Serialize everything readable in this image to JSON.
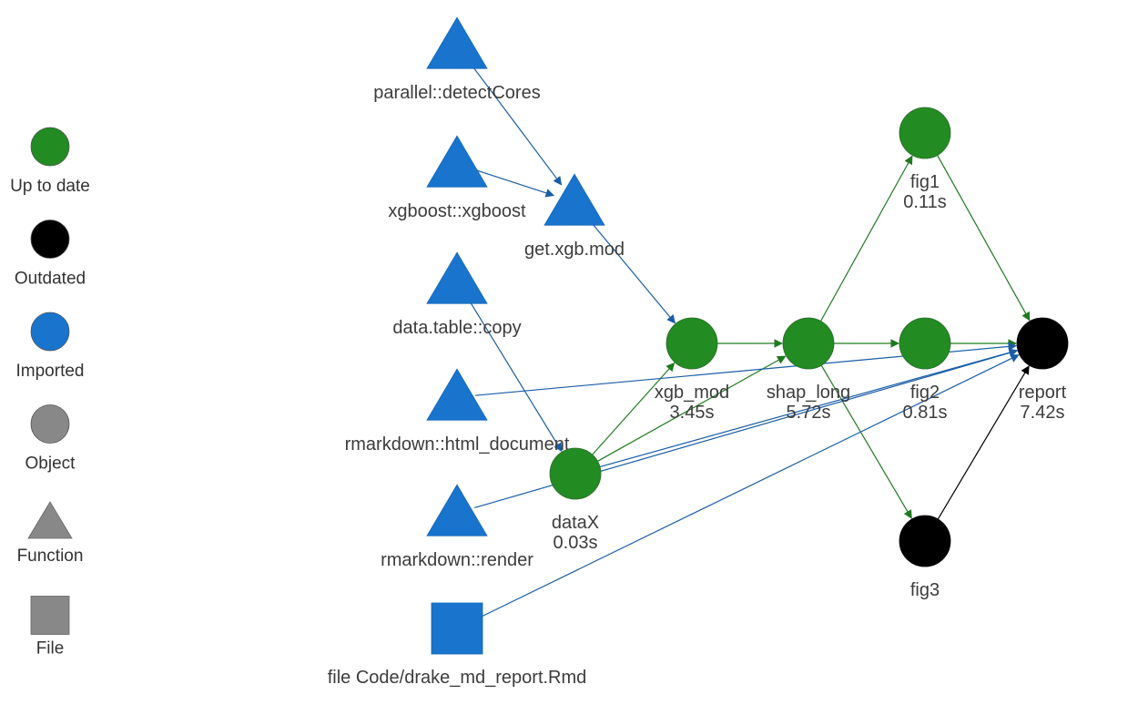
{
  "colors": {
    "up_to_date": "#228B22",
    "outdated": "#000000",
    "imported": "#1874CD",
    "object": "#888888",
    "function": "#888888",
    "file": "#888888",
    "edge_blue": "#1A5DA6",
    "edge_green": "#1F7A1F",
    "edge_black": "#000000"
  },
  "legend": [
    {
      "id": "up-to-date",
      "label": "Up to date",
      "shape": "circle",
      "color": "#228B22"
    },
    {
      "id": "outdated",
      "label": "Outdated",
      "shape": "circle",
      "color": "#000000"
    },
    {
      "id": "imported",
      "label": "Imported",
      "shape": "circle",
      "color": "#1874CD"
    },
    {
      "id": "object",
      "label": "Object",
      "shape": "circle",
      "color": "#888888"
    },
    {
      "id": "function",
      "label": "Function",
      "shape": "triangle",
      "color": "#888888"
    },
    {
      "id": "file",
      "label": "File",
      "shape": "square",
      "color": "#888888"
    }
  ],
  "nodes": [
    {
      "id": "detectCores",
      "label": "parallel::detectCores",
      "time": "",
      "shape": "triangle",
      "status": "imported"
    },
    {
      "id": "xgboost",
      "label": "xgboost::xgboost",
      "time": "",
      "shape": "triangle",
      "status": "imported"
    },
    {
      "id": "getxgbmod",
      "label": "get.xgb.mod",
      "time": "",
      "shape": "triangle",
      "status": "imported"
    },
    {
      "id": "dtcopy",
      "label": "data.table::copy",
      "time": "",
      "shape": "triangle",
      "status": "imported"
    },
    {
      "id": "htmldoc",
      "label": "rmarkdown::html_document",
      "time": "",
      "shape": "triangle",
      "status": "imported"
    },
    {
      "id": "render",
      "label": "rmarkdown::render",
      "time": "",
      "shape": "triangle",
      "status": "imported"
    },
    {
      "id": "rmdfile",
      "label": "file Code/drake_md_report.Rmd",
      "time": "",
      "shape": "square",
      "status": "imported"
    },
    {
      "id": "dataX",
      "label": "dataX",
      "time": "0.03s",
      "shape": "circle",
      "status": "up_to_date"
    },
    {
      "id": "xgbmod",
      "label": "xgb_mod",
      "time": "3.45s",
      "shape": "circle",
      "status": "up_to_date"
    },
    {
      "id": "shaplong",
      "label": "shap_long",
      "time": "5.72s",
      "shape": "circle",
      "status": "up_to_date"
    },
    {
      "id": "fig1",
      "label": "fig1",
      "time": "0.11s",
      "shape": "circle",
      "status": "up_to_date"
    },
    {
      "id": "fig2",
      "label": "fig2",
      "time": "0.81s",
      "shape": "circle",
      "status": "up_to_date"
    },
    {
      "id": "fig3",
      "label": "fig3",
      "time": "",
      "shape": "circle",
      "status": "outdated"
    },
    {
      "id": "report",
      "label": "report",
      "time": "7.42s",
      "shape": "circle",
      "status": "outdated"
    }
  ],
  "edges": [
    {
      "from": "detectCores",
      "to": "getxgbmod",
      "color": "blue"
    },
    {
      "from": "xgboost",
      "to": "getxgbmod",
      "color": "blue"
    },
    {
      "from": "getxgbmod",
      "to": "xgbmod",
      "color": "blue"
    },
    {
      "from": "dtcopy",
      "to": "dataX",
      "color": "blue"
    },
    {
      "from": "dataX",
      "to": "xgbmod",
      "color": "green"
    },
    {
      "from": "dataX",
      "to": "shaplong",
      "color": "green"
    },
    {
      "from": "dataX",
      "to": "report",
      "color": "blue"
    },
    {
      "from": "xgbmod",
      "to": "shaplong",
      "color": "green"
    },
    {
      "from": "shaplong",
      "to": "fig1",
      "color": "green"
    },
    {
      "from": "shaplong",
      "to": "fig2",
      "color": "green"
    },
    {
      "from": "shaplong",
      "to": "fig3",
      "color": "green"
    },
    {
      "from": "fig1",
      "to": "report",
      "color": "green"
    },
    {
      "from": "fig2",
      "to": "report",
      "color": "green"
    },
    {
      "from": "fig3",
      "to": "report",
      "color": "black"
    },
    {
      "from": "htmldoc",
      "to": "report",
      "color": "blue"
    },
    {
      "from": "render",
      "to": "report",
      "color": "blue"
    },
    {
      "from": "rmdfile",
      "to": "report",
      "color": "blue"
    }
  ]
}
